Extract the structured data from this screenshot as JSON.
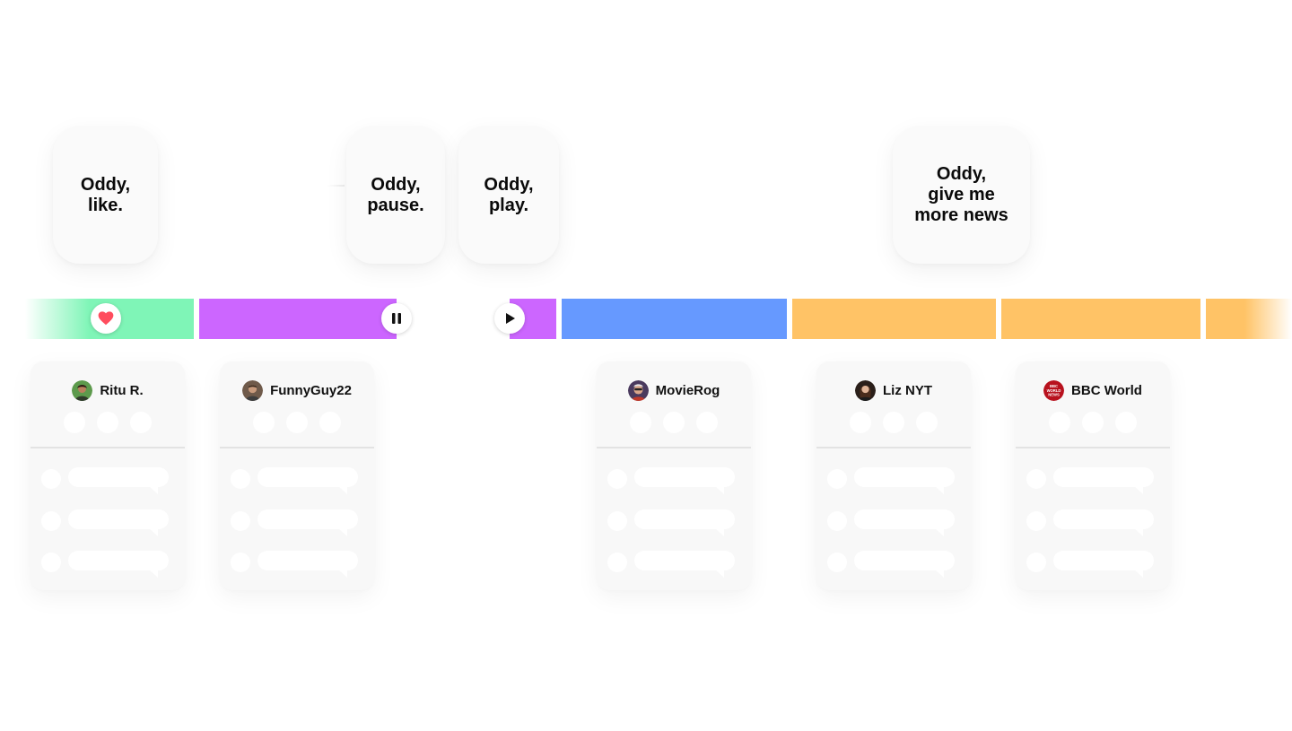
{
  "commands": [
    {
      "id": "like",
      "text": "Oddy,\nlike."
    },
    {
      "id": "pause",
      "text": "Oddy,\npause."
    },
    {
      "id": "play",
      "text": "Oddy,\nplay."
    },
    {
      "id": "more-news",
      "text": "Oddy,\ngive me\nmore news"
    }
  ],
  "timeline": {
    "segments": [
      {
        "id": "green",
        "color": "#7ff5b7"
      },
      {
        "id": "purple",
        "color": "#cc66ff"
      },
      {
        "id": "purple-resume",
        "color": "#cc66ff"
      },
      {
        "id": "blue",
        "color": "#6699ff"
      },
      {
        "id": "orange-1",
        "color": "#ffc366"
      },
      {
        "id": "orange-2",
        "color": "#ffc366"
      },
      {
        "id": "orange-3",
        "color": "#ffc366"
      }
    ],
    "markers": [
      {
        "id": "like",
        "icon": "heart-icon",
        "color": "#ff4d5e"
      },
      {
        "id": "pause",
        "icon": "pause-icon",
        "color": "#111111"
      },
      {
        "id": "play",
        "icon": "play-icon",
        "color": "#111111"
      }
    ]
  },
  "cards": [
    {
      "id": "ritu",
      "name": "Ritu R.",
      "avatar": "avatar-ritu"
    },
    {
      "id": "funnyguy",
      "name": "FunnyGuy22",
      "avatar": "avatar-funnyguy"
    },
    {
      "id": "movierog",
      "name": "MovieRog",
      "avatar": "avatar-movierog"
    },
    {
      "id": "liz",
      "name": "Liz NYT",
      "avatar": "avatar-liz"
    },
    {
      "id": "bbc",
      "name": "BBC World",
      "avatar": "bbc-world-news-logo",
      "logo_text": [
        "BBC",
        "WORLD",
        "NEWS"
      ]
    }
  ]
}
